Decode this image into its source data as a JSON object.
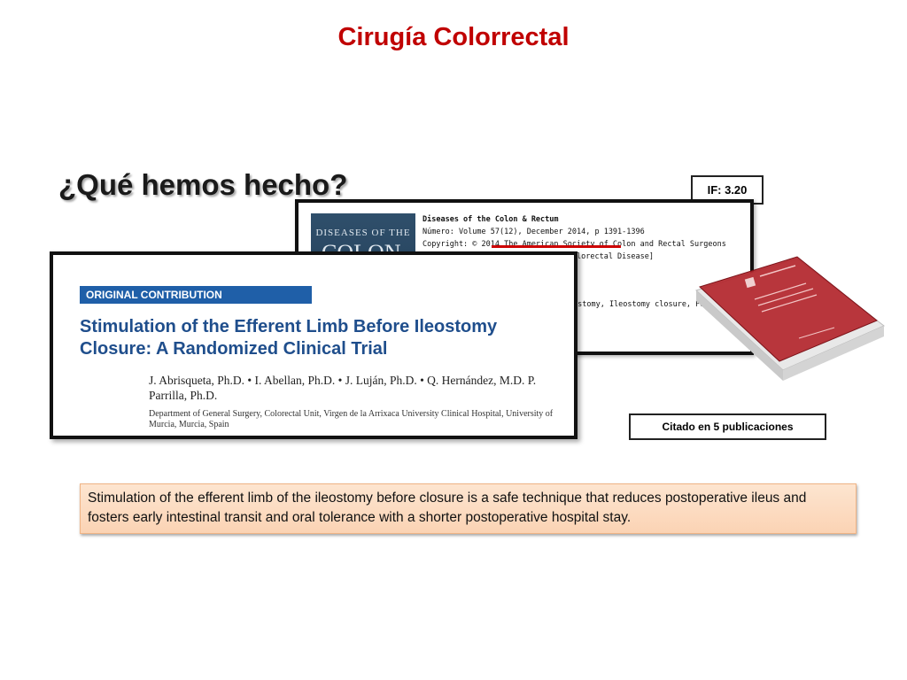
{
  "slide": {
    "title": "Cirugía Colorrectal",
    "heading": "¿Qué hemos hecho?"
  },
  "impact_factor": "IF: 3.20",
  "journal_record": {
    "cover_line1": "DISEASES OF THE",
    "cover_line2": "COLON &",
    "journal": "Diseases of the Colon & Rectum",
    "issue": "Número: Volume 57(12), December 2014, p 1391-1396",
    "copyright": "Copyright: © 2014 The American Society of Colon and Rectal Surgeons",
    "section": "[Original Contributions: Benign Colorectal Disease]",
    "keywords": "ostomy, Ileostomy closure, Postoperative ileus"
  },
  "article": {
    "label": "ORIGINAL CONTRIBUTION",
    "title": "Stimulation of the Efferent Limb Before Ileostomy Closure: A Randomized Clinical Trial",
    "authors": "J. Abrisqueta, Ph.D. • I. Abellan, Ph.D. • J. Luján, Ph.D. • Q. Hernández, M.D. P. Parrilla, Ph.D.",
    "affiliation": "Department of General Surgery, Colorectal Unit, Virgen de la Arrixaca University Clinical Hospital, University of Murcia, Murcia, Spain"
  },
  "citations": "Citado en 5 publicaciones",
  "summary": "Stimulation of the efferent limb of the ileostomy before closure is a safe technique that reduces postoperative ileus and fosters early intestinal transit and oral tolerance with a shorter postoperative hospital stay.",
  "colors": {
    "title_red": "#c00000",
    "article_blue": "#1f5fa8",
    "book_red": "#b3262c",
    "summary_fill": "#fbd3b4"
  }
}
